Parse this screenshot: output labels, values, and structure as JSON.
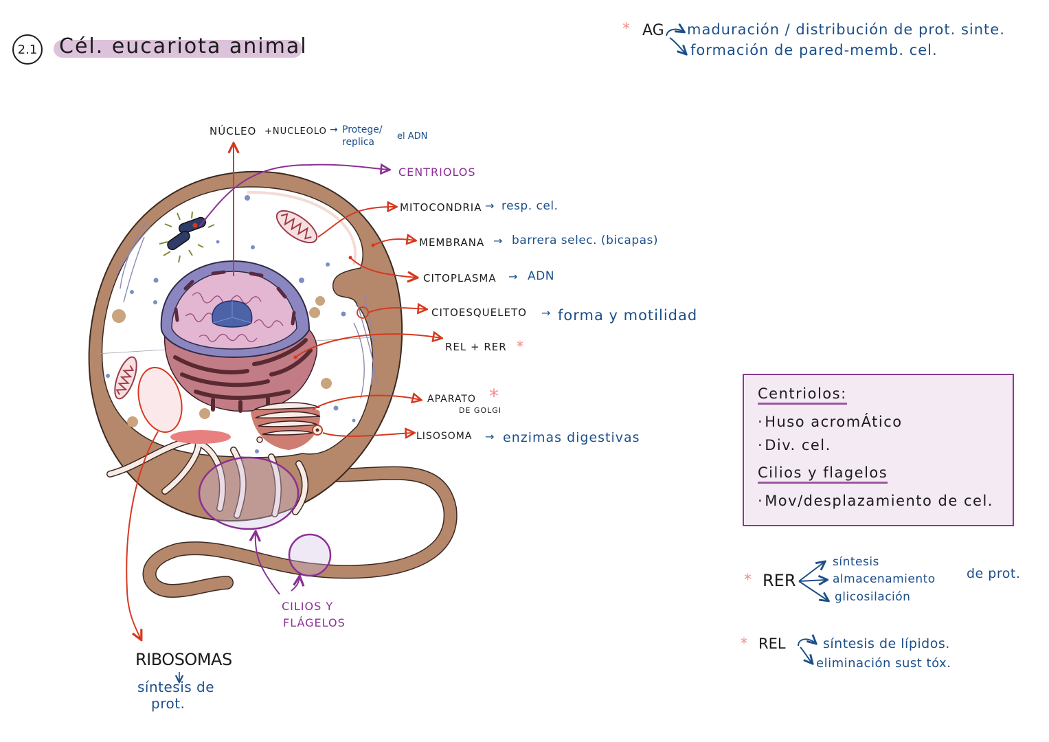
{
  "title": {
    "section_number": "2.1",
    "text": "Cél. eucariota animal"
  },
  "colors": {
    "label_black": "#1b1b1b",
    "annotation_blue": "#1c4f8a",
    "highlight_purple": "#8b2f95",
    "arrow_red": "#d6391f",
    "asterisk_pink": "#f28a8a",
    "membrane_brown": "#b5876b",
    "title_highlight": "#dcc2da",
    "box_fill": "#f4eaf4",
    "box_border": "#8a3a8e"
  },
  "ag_note": {
    "marker": "*",
    "label": "AG",
    "lines": [
      "maduración / distribución  de prot. sinte.",
      "formación  de  pared-memb. cel."
    ]
  },
  "labels": {
    "nucleo": {
      "name": "NÚCLEO",
      "extra": "+NUCLEOLO",
      "function_line1": "Protege/",
      "function_line2": "replica",
      "function_suffix": "el ADN"
    },
    "centriolos": {
      "name": "CENTRIOLOS"
    },
    "mitocondria": {
      "name": "MITOCONDRIA",
      "function": "resp. cel."
    },
    "membrana": {
      "name": "MEMBRANA",
      "function": "barrera  selec. (bicapas)"
    },
    "citoplasma": {
      "name": "CITOPLASMA",
      "function": "ADN"
    },
    "citoesqueleto": {
      "name": "CITOESQUELETO",
      "function": "forma  y  motilidad"
    },
    "rel_rer": {
      "name": "REL + RER",
      "marker": "*"
    },
    "golgi": {
      "name_line1": "APARATO",
      "name_line2": "DE GOLGI",
      "marker": "*"
    },
    "lisosoma": {
      "name": "LISOSOMA",
      "function": "enzimas  digestivas"
    },
    "cilios": {
      "line1": "CILIOS Y",
      "line2": "FLÁGELOS"
    },
    "ribosomas": {
      "name": "RIBOSOMAS",
      "function_line1": "síntesis  de",
      "function_line2": "prot."
    }
  },
  "info_box": {
    "sections": [
      {
        "heading": "Centriolos:",
        "items": [
          "Huso acromÁtico",
          "Div. cel."
        ]
      },
      {
        "heading": "Cilios y flagelos",
        "items": [
          "Mov/desplazamiento de cel."
        ]
      }
    ]
  },
  "rer_note": {
    "marker": "*",
    "label": "RER",
    "branches": [
      "síntesis",
      "almacenamiento",
      "glicosilación"
    ],
    "suffix": "de prot."
  },
  "rel_note": {
    "marker": "*",
    "label": "REL",
    "branches": [
      "síntesis  de  lípidos.",
      "eliminación  sust  tóx."
    ]
  },
  "arrow_glyph": "→"
}
